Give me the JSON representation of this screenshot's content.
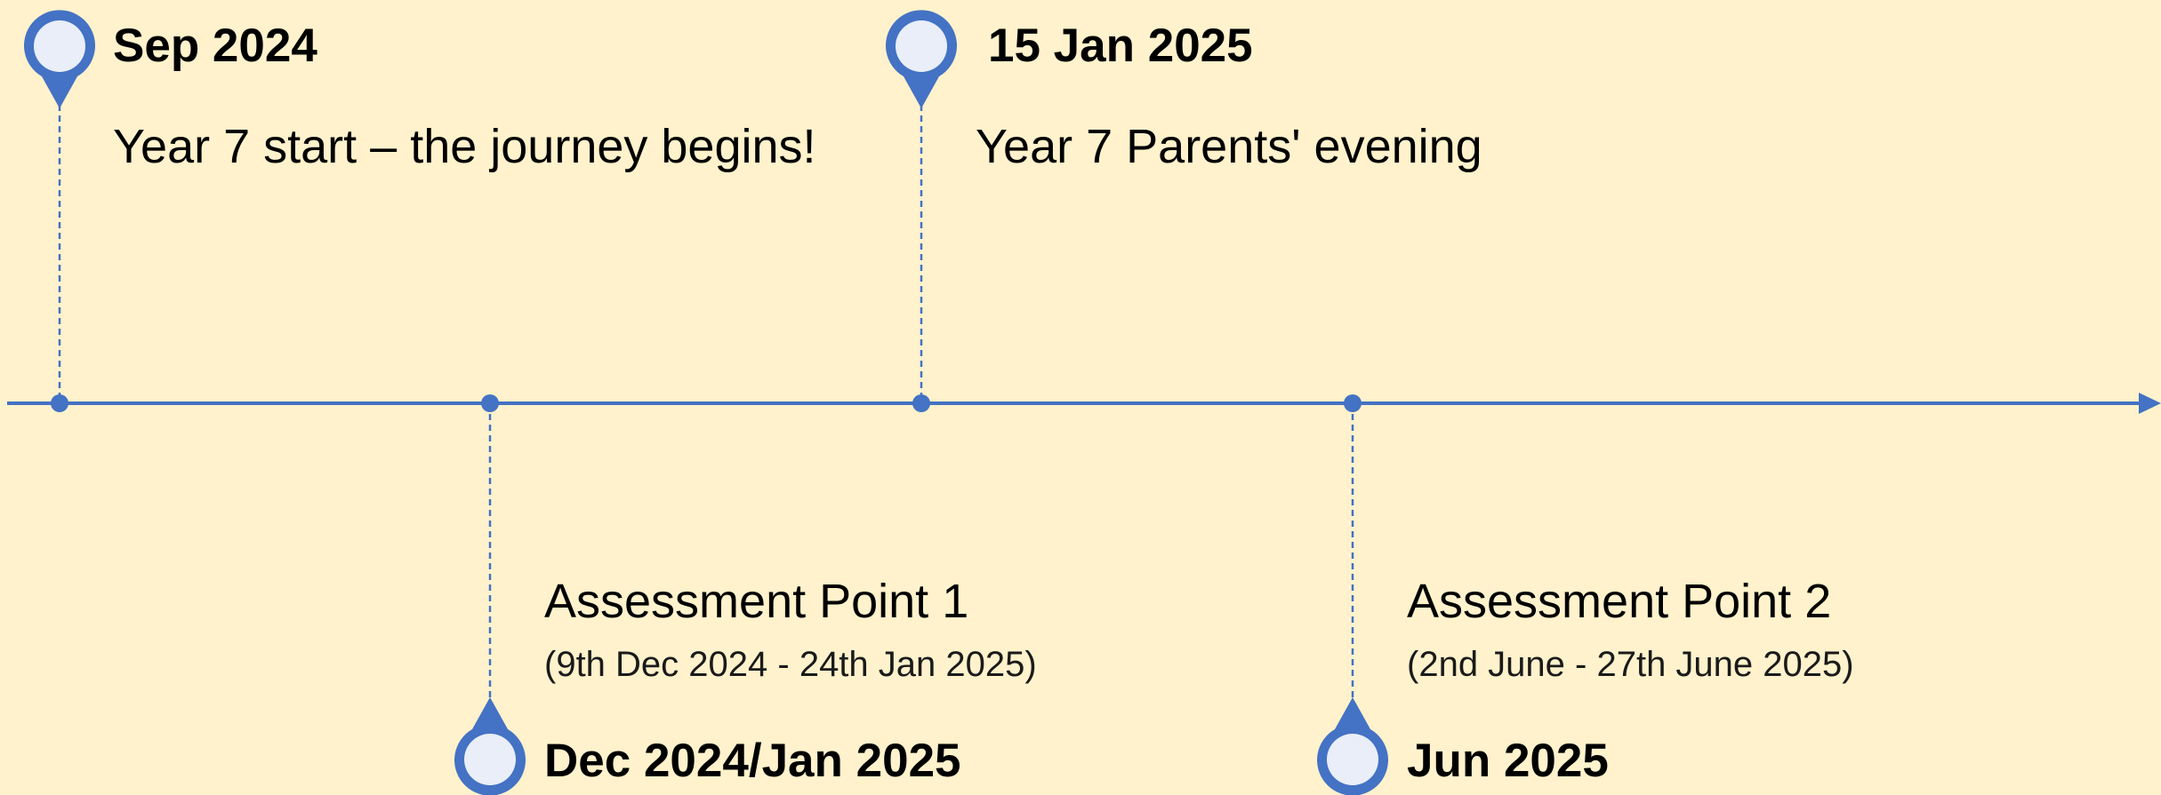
{
  "colors": {
    "background": "#FFF2CC",
    "accent": "#4472C4",
    "pin_fill": "#E9EEF8",
    "text": "#000000"
  },
  "timeline": {
    "events": [
      {
        "date": "Sep 2024",
        "title": "Year 7 start – the journey begins!",
        "detail": "",
        "side": "above",
        "icon": "map-pin-icon"
      },
      {
        "date": "Dec 2024/Jan 2025",
        "title": "Assessment Point 1",
        "detail": "(9th Dec 2024 - 24th Jan 2025)",
        "side": "below",
        "icon": "map-pin-icon"
      },
      {
        "date": "15 Jan 2025",
        "title": "Year 7 Parents' evening",
        "detail": "",
        "side": "above",
        "icon": "map-pin-icon"
      },
      {
        "date": "Jun 2025",
        "title": "Assessment Point 2",
        "detail": "(2nd June - 27th June 2025)",
        "side": "below",
        "icon": "map-pin-icon"
      }
    ]
  }
}
